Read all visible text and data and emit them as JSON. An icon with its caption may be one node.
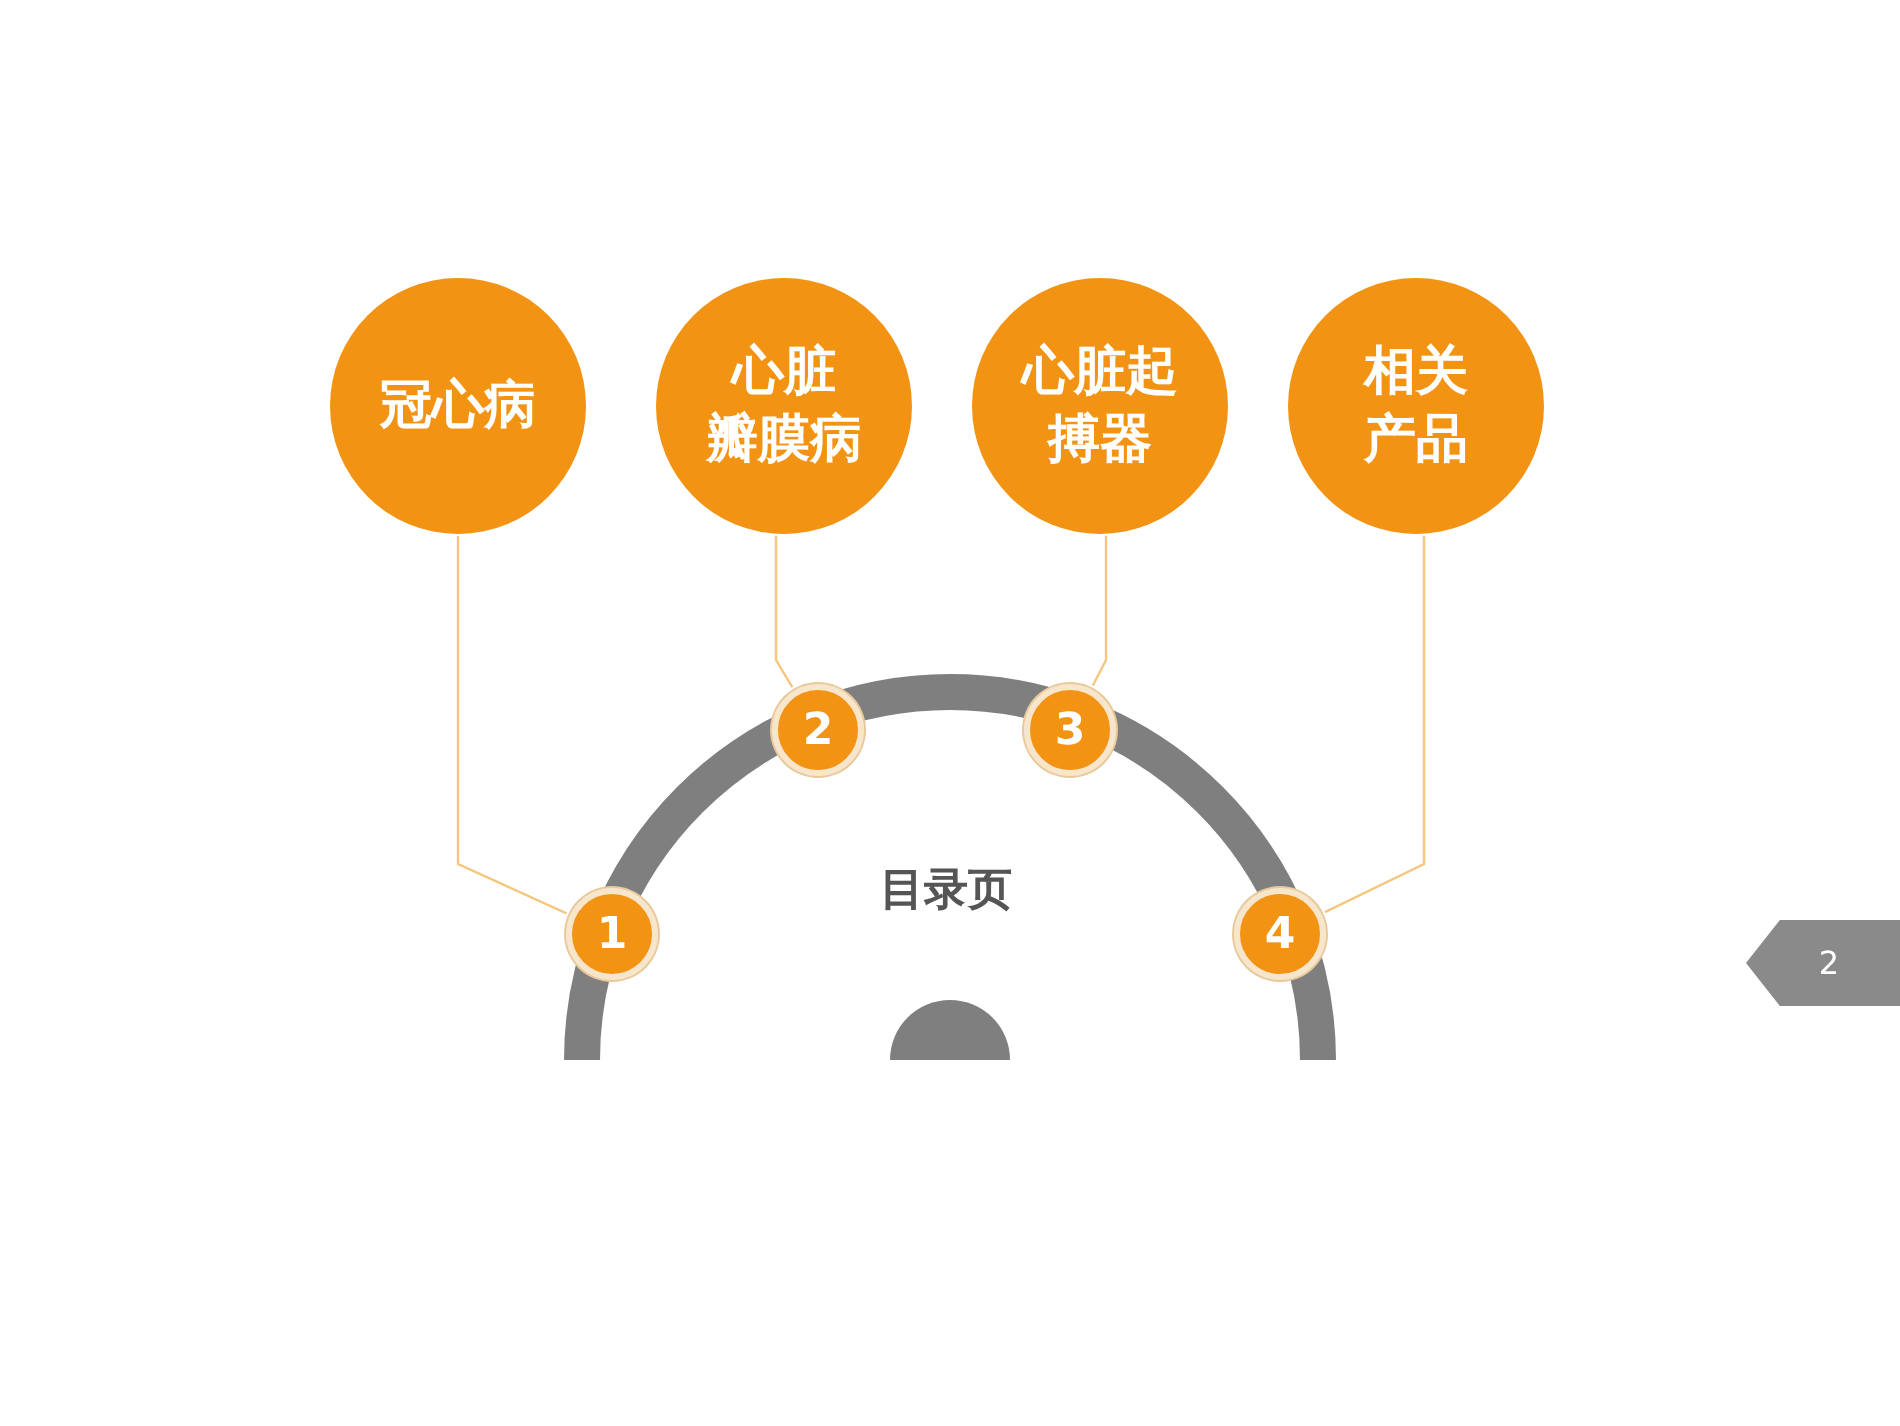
{
  "diagram": {
    "nodes": [
      {
        "text": [
          "冠心病"
        ]
      },
      {
        "text": [
          "心脏瓣膜病"
        ]
      },
      {
        "text": [
          "心脏起搏器"
        ]
      },
      {
        "text": [
          "相关产品"
        ]
      },
      {
        "text": [
          "1"
        ]
      },
      {
        "text": [
          "2"
        ]
      },
      {
        "text": [
          "3"
        ]
      },
      {
        "text": [
          "4"
        ]
      },
      {
        "text": [
          "2"
        ]
      }
    ],
    "edges": [
      {
        "from": 0,
        "to": 4,
        "arrow": "none"
      },
      {
        "from": 1,
        "to": 5,
        "arrow": "none"
      },
      {
        "from": 2,
        "to": 6,
        "arrow": "none"
      },
      {
        "from": 3,
        "to": 7,
        "arrow": "none"
      }
    ],
    "labels": [
      "目录页"
    ]
  }
}
